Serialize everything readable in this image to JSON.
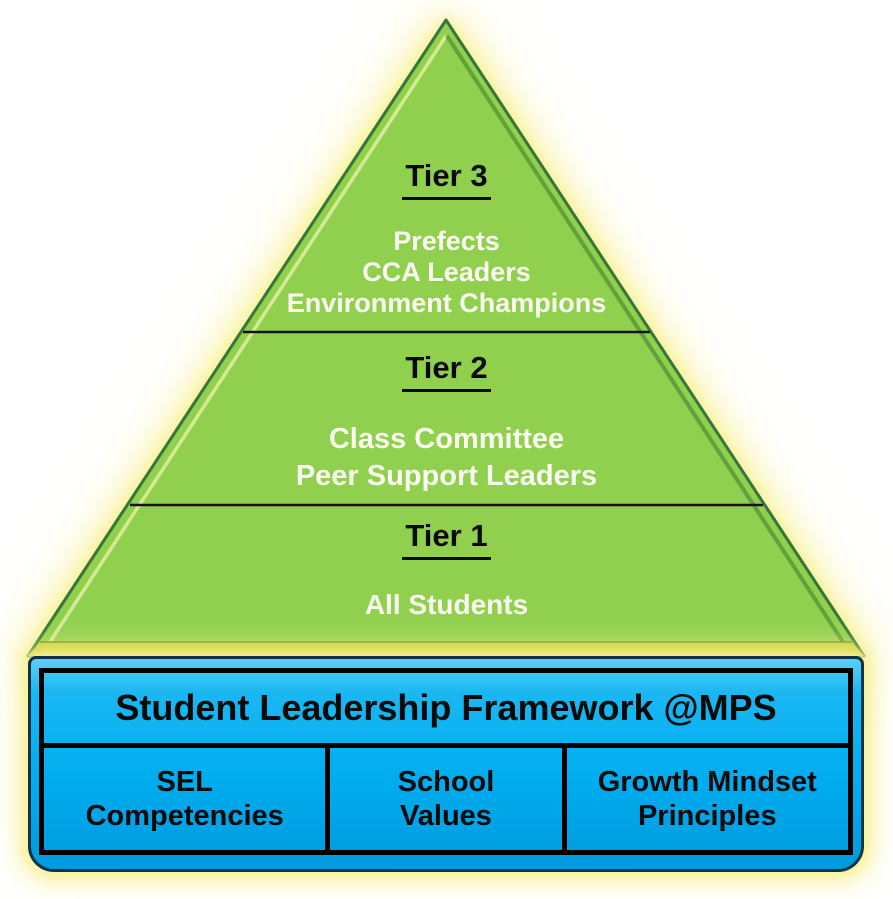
{
  "pyramid": {
    "tiers": [
      {
        "label": "Tier 3",
        "items": [
          "Prefects",
          "CCA Leaders",
          "Environment Champions"
        ]
      },
      {
        "label": "Tier 2",
        "items": [
          "Class Committee",
          "Peer Support Leaders"
        ]
      },
      {
        "label": "Tier 1",
        "items": [
          "All Students"
        ]
      }
    ]
  },
  "foundation": {
    "title": "Student Leadership Framework @MPS",
    "cells": [
      {
        "line1": "SEL",
        "line2": "Competencies"
      },
      {
        "line1": "School",
        "line2": "Values"
      },
      {
        "line1": "Growth Mindset",
        "line2": "Principles"
      }
    ]
  },
  "colors": {
    "pyramid-green": "#90d04e",
    "pyramid-edge-dark": "#36753c",
    "pyramid-bevel-yellowgreen": "#c3cf3c",
    "foundation-blue": "#00aef0",
    "border-navy": "#0d3349",
    "glow-yellow": "#f7ee82",
    "tier-text-white": "#fafbf1",
    "text-black": "#0a0a0a"
  }
}
